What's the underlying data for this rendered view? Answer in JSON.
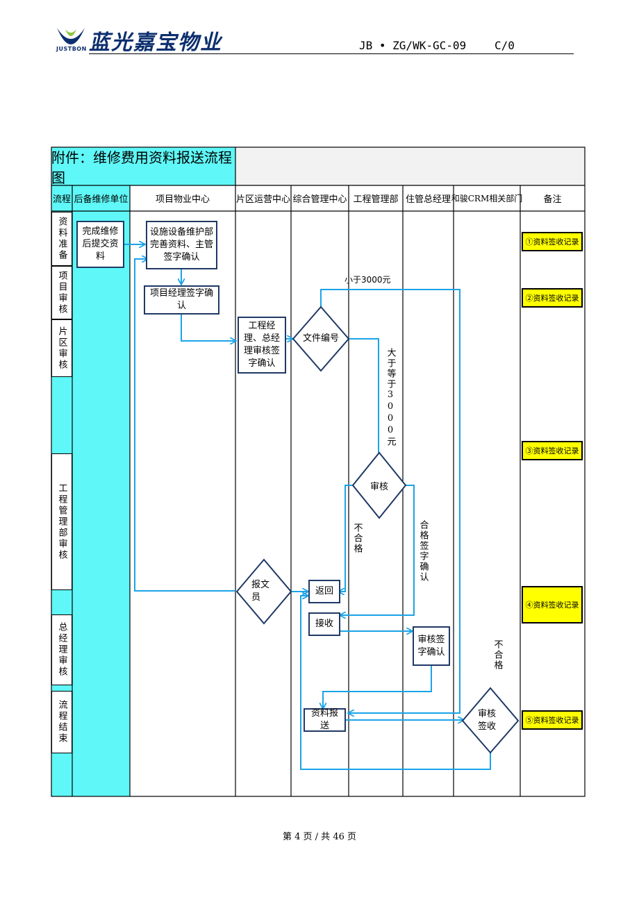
{
  "header": {
    "brand": "蓝光嘉宝物业",
    "logo_text": "JUSTBON",
    "doc_code": "JB • ZG/WK-GC-09",
    "revision": "C/0"
  },
  "title": "附件：维修费用资料报送流程图",
  "columns": [
    "流程",
    "后备维修单位",
    "项目物业中心",
    "片区运营中心",
    "综合管理中心",
    "工程管理部",
    "住管总经理",
    "和骏CRM相关部门",
    "备注"
  ],
  "stages": [
    "资料准备",
    "项目审核",
    "片区审核",
    "工程管理部审核",
    "总经理审核",
    "流程结束"
  ],
  "nodes": {
    "submit": "完成维修后提交资料",
    "facility": "设施设备维护部完善资料、主管签字确认",
    "pm_sign": "项目经理签字确认",
    "region_sign": "工程经理、总经理审核签字确认",
    "file_no": "文件编号",
    "review": "审核",
    "clerk": "报文员",
    "return": "返回",
    "receive": "接收",
    "gm_sign": "审核签字确认",
    "send": "资料报送",
    "crm_review": "审核签收"
  },
  "edge_labels": {
    "lt3000": "小于3000元",
    "ge3000": "大于等于3000元",
    "fail1": "不合格",
    "pass": "合格签字确认",
    "fail2": "不合格"
  },
  "records": [
    "①资料签收记录",
    "②资料签收记录",
    "③资料签收记录",
    "④资料签收记录",
    "⑤资料签收记录"
  ],
  "colors": {
    "header_cyan": "#5ff7f7",
    "title_gray": "#f2f2f2",
    "arrow_blue": "#1aa3e8",
    "box_border": "#1f3864",
    "record_yellow": "#ffff00"
  },
  "footer": "第 4 页 / 共 46 页"
}
